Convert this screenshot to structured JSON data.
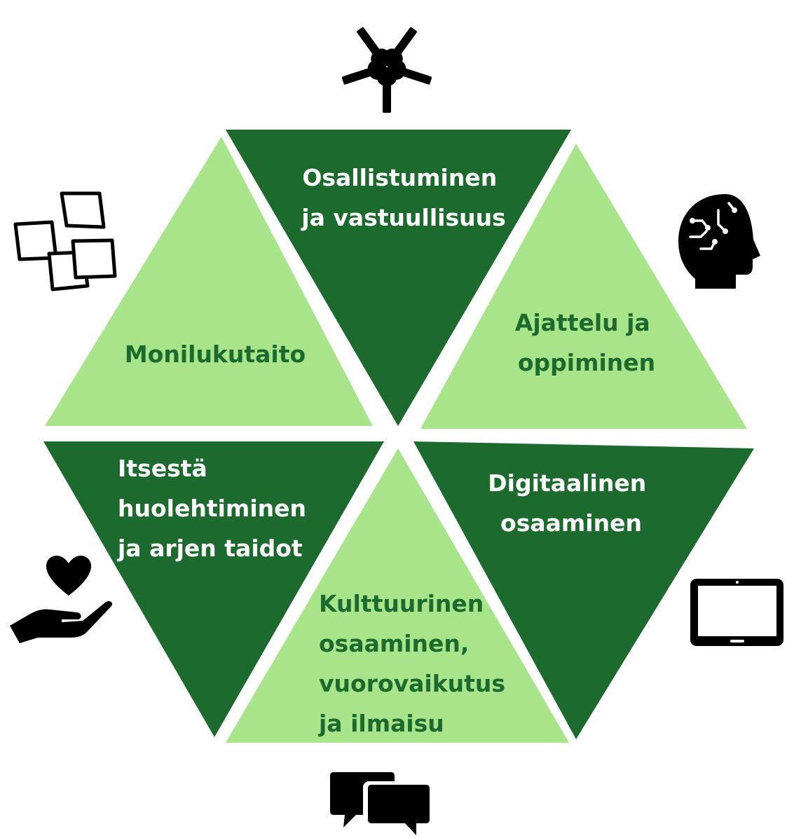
{
  "colors": {
    "dark_green": "#1c6a2d",
    "light_green": "#a8e48a",
    "text_on_dark": "#ffffff",
    "text_on_light": "#1c6a2d",
    "icon": "#000000",
    "background": "#ffffff"
  },
  "segments": {
    "top": {
      "lines": [
        "Osallistuminen",
        "ja vastuullisuus"
      ],
      "shade": "dark",
      "icon": "hands-together-icon"
    },
    "top_right": {
      "lines": [
        "Ajattelu ja",
        "oppiminen"
      ],
      "shade": "light",
      "icon": "brain-head-icon"
    },
    "bottom_right": {
      "lines": [
        "Digitaalinen",
        "osaaminen"
      ],
      "shade": "dark",
      "icon": "tablet-icon"
    },
    "bottom": {
      "lines": [
        "Kulttuurinen",
        "osaaminen,",
        "vuorovaikutus",
        "ja ilmaisu"
      ],
      "shade": "light",
      "icon": "speech-bubbles-icon"
    },
    "bottom_left": {
      "lines": [
        "Itsestä",
        "huolehtiminen",
        "ja arjen taidot"
      ],
      "shade": "dark",
      "icon": "heart-in-hand-icon"
    },
    "top_left": {
      "lines": [
        "Monilukutaito"
      ],
      "shade": "light",
      "icon": "sticky-notes-icon"
    }
  }
}
